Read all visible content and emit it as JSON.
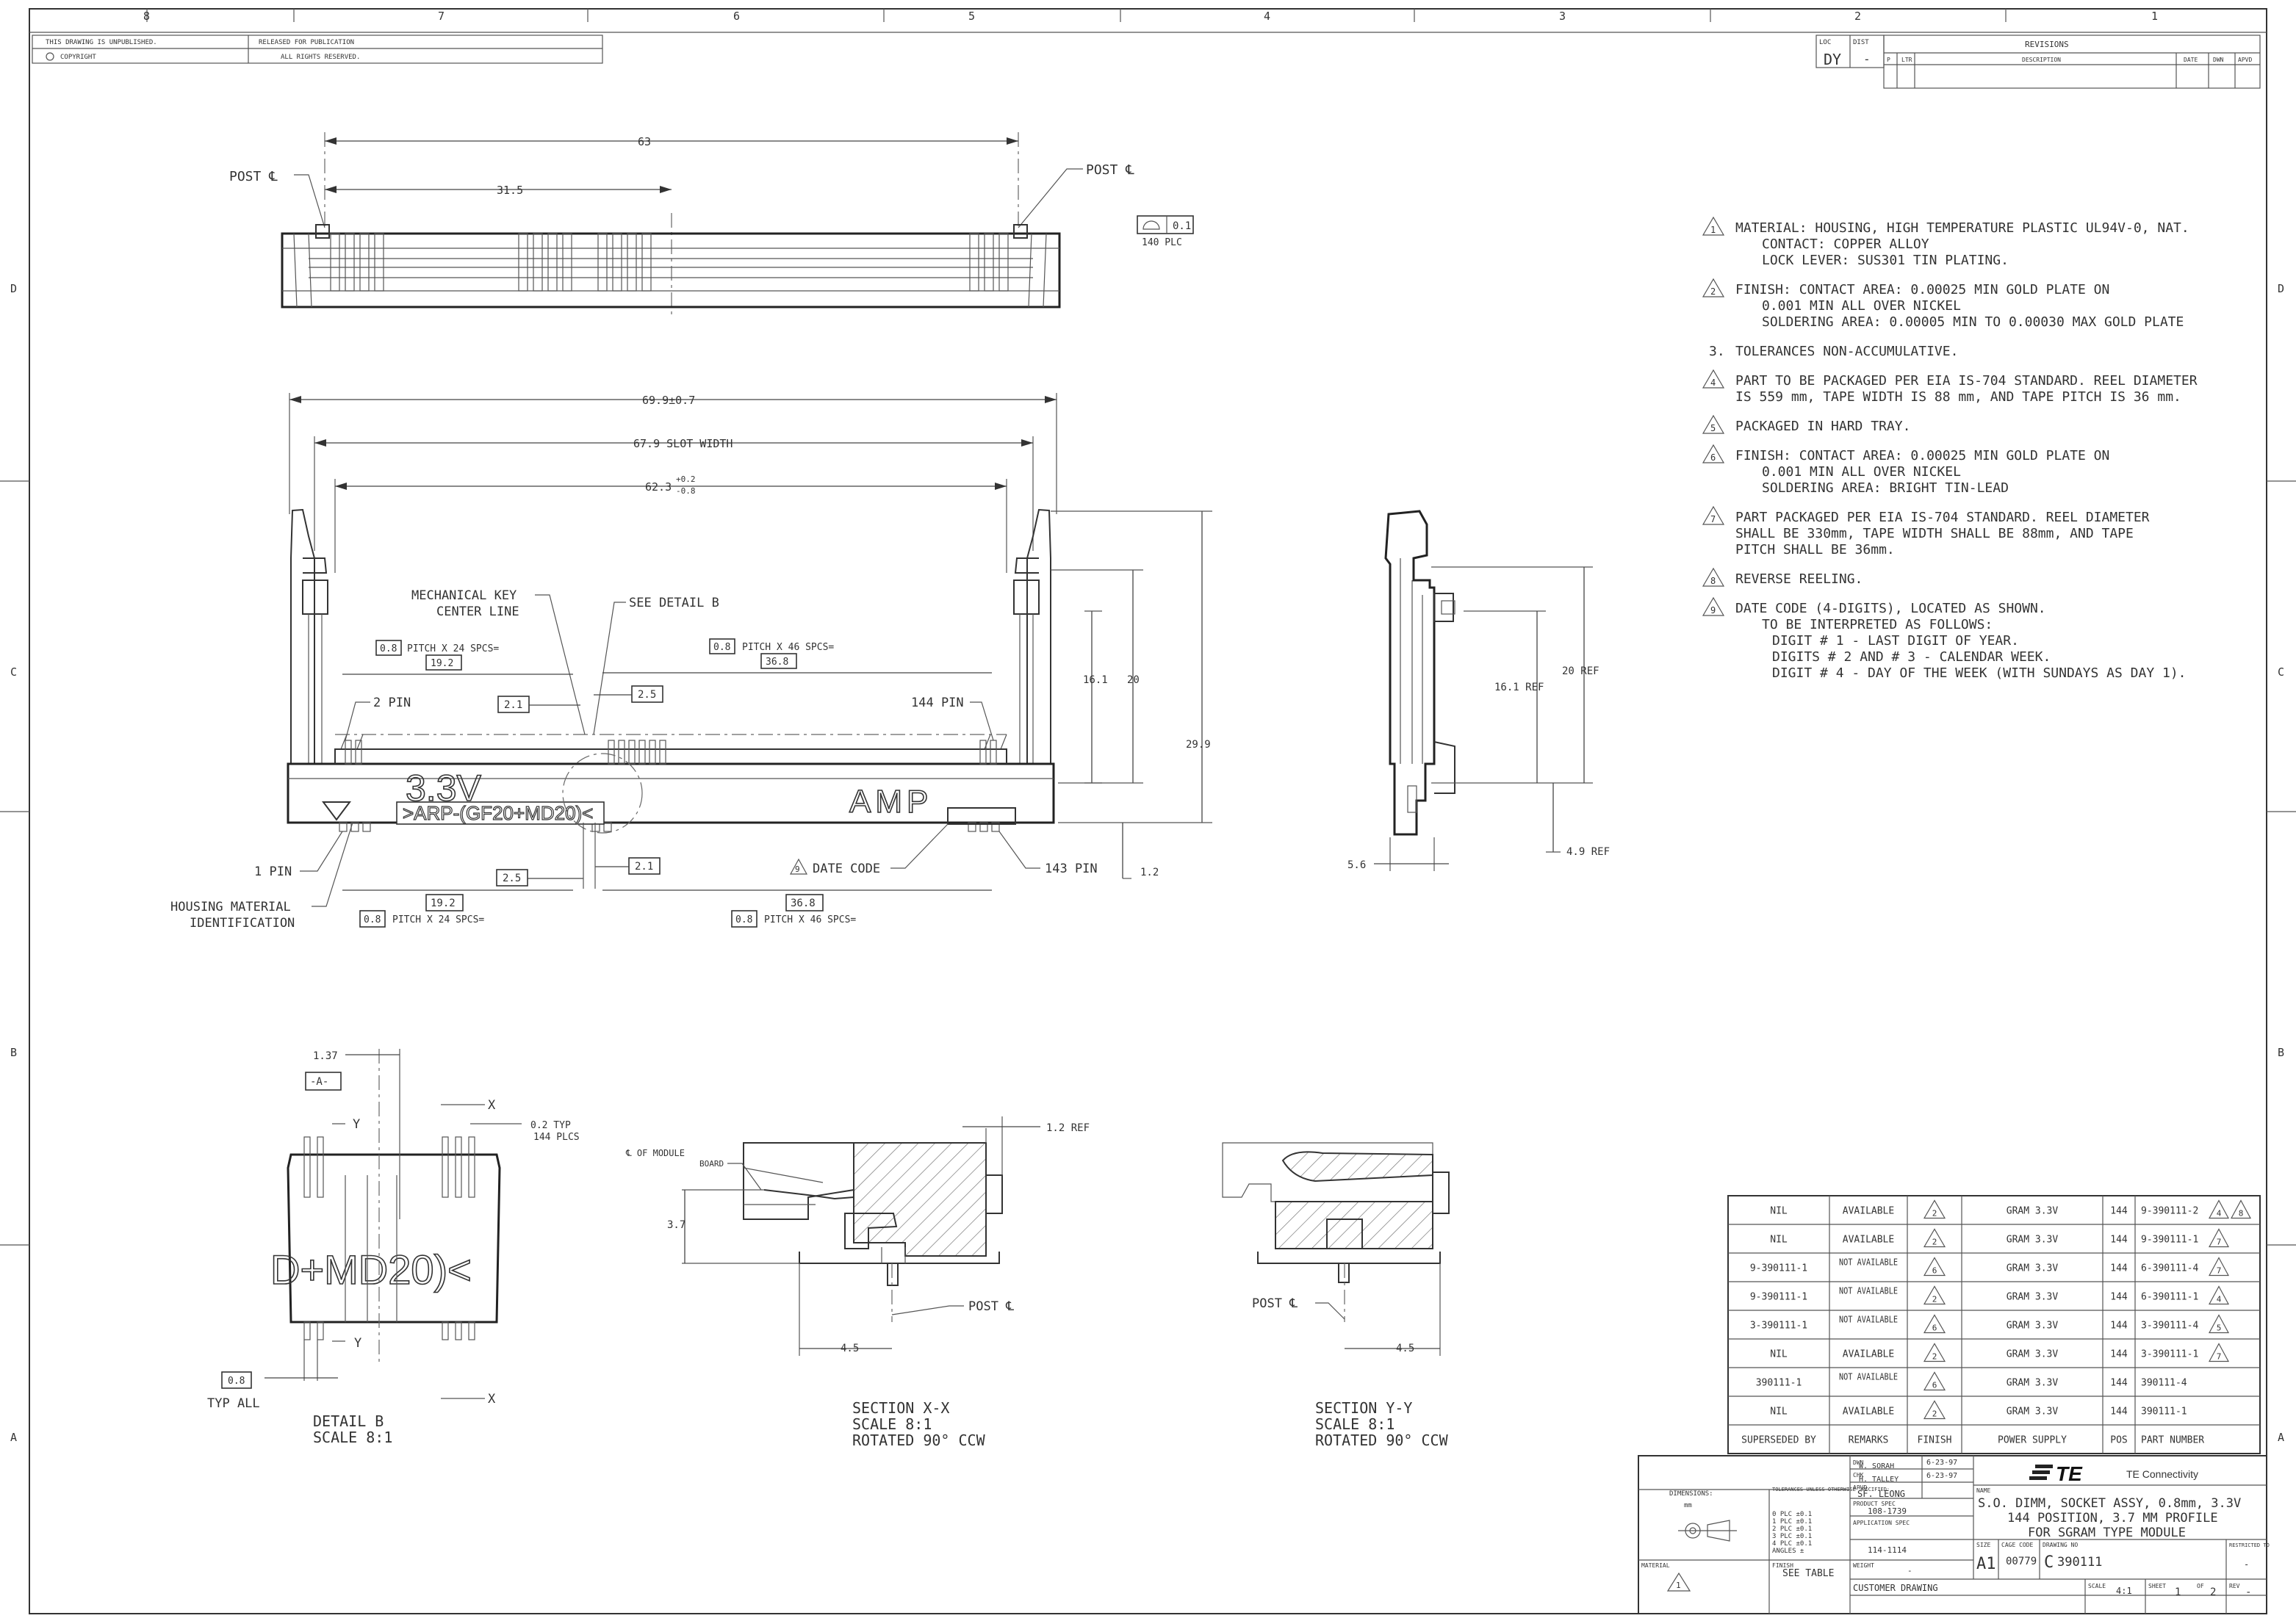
{
  "border": {
    "top_zones": [
      "8",
      "7",
      "6",
      "5",
      "4",
      "3",
      "2",
      "1"
    ],
    "side_zones": [
      "D",
      "C",
      "B",
      "A"
    ],
    "header_left": [
      "THIS DRAWING IS UNPUBLISHED.",
      "RELEASED FOR PUBLICATION",
      "COPYRIGHT",
      "ALL RIGHTS RESERVED."
    ]
  },
  "revisions": {
    "loc_label": "LOC",
    "loc_value": "DY",
    "dist_label": "DIST",
    "dist_value": "-",
    "title": "REVISIONS",
    "cols": [
      "P",
      "LTR",
      "DESCRIPTION",
      "DATE",
      "DWN",
      "APVD"
    ]
  },
  "top_view": {
    "dim_63": "63",
    "dim_31_5": "31.5",
    "post_left": "POST ℄",
    "post_right": "POST ℄",
    "tol_value": "0.1",
    "tol_note": "140 PLC"
  },
  "front_view": {
    "dim_overall": "69.9±0.7",
    "dim_slot": "67.9 SLOT WIDTH",
    "dim_62": "62.3",
    "dim_62_tol_plus": "+0.2",
    "dim_62_tol_minus": "-0.8",
    "mech_key_1": "MECHANICAL KEY",
    "mech_key_2": "CENTER LINE",
    "see_detail": "SEE DETAIL  B",
    "pitch_left_box": "0.8",
    "pitch_left_text": "PITCH X 24 SPCS=",
    "pitch_left_val": "19.2",
    "pitch_right_box": "0.8",
    "pitch_right_text": "PITCH X 46 SPCS=",
    "pitch_right_val": "36.8",
    "dim_2_1_top": "2.1",
    "dim_2_5_top": "2.5",
    "pin2": "2 PIN",
    "pin144": "144 PIN",
    "dim_16_1": "16.1",
    "dim_20": "20",
    "dim_29_9": "29.9",
    "mark_voltage": "3.3V",
    "mark_part": ">ARP-(GF20+MD20)<",
    "mark_brand": "AMP",
    "pin1": "1 PIN",
    "housing_1": "HOUSING MATERIAL",
    "housing_2": "IDENTIFICATION",
    "dim_2_5_bot": "2.5",
    "dim_2_1_bot": "2.1",
    "date_code_num": "9",
    "date_code": "DATE CODE",
    "pin143": "143 PIN",
    "dim_1_2": "1.2",
    "pitch_bl_val": "19.2",
    "pitch_bl_box": "0.8",
    "pitch_bl_text": "PITCH X 24 SPCS=",
    "pitch_br_val": "36.8",
    "pitch_br_box": "0.8",
    "pitch_br_text": "PITCH X 46 SPCS="
  },
  "side_view": {
    "dim_16_1": "16.1 REF",
    "dim_20": "20 REF",
    "dim_5_6": "5.6",
    "dim_4_9": "4.9 REF"
  },
  "notes": [
    {
      "num": "1",
      "flag": true,
      "lines": [
        "MATERIAL: HOUSING, HIGH TEMPERATURE PLASTIC UL94V-0, NAT.",
        "CONTACT: COPPER ALLOY",
        "LOCK LEVER: SUS301 TIN PLATING."
      ]
    },
    {
      "num": "2",
      "flag": true,
      "lines": [
        "FINISH: CONTACT AREA: 0.00025 MIN GOLD PLATE ON",
        "0.001 MIN ALL OVER NICKEL",
        "SOLDERING AREA: 0.00005 MIN TO 0.00030 MAX GOLD PLATE"
      ]
    },
    {
      "num": "3.",
      "flag": false,
      "lines": [
        "TOLERANCES NON-ACCUMULATIVE."
      ]
    },
    {
      "num": "4",
      "flag": true,
      "lines": [
        "PART TO BE PACKAGED PER EIA IS-704 STANDARD. REEL DIAMETER",
        "IS 559 mm, TAPE WIDTH IS 88 mm, AND TAPE PITCH IS 36 mm."
      ]
    },
    {
      "num": "5",
      "flag": true,
      "lines": [
        "PACKAGED IN HARD TRAY."
      ]
    },
    {
      "num": "6",
      "flag": true,
      "lines": [
        "FINISH: CONTACT AREA: 0.00025 MIN GOLD PLATE ON",
        "0.001 MIN ALL OVER NICKEL",
        "SOLDERING AREA: BRIGHT TIN-LEAD"
      ]
    },
    {
      "num": "7",
      "flag": true,
      "lines": [
        "PART PACKAGED PER EIA IS-704 STANDARD. REEL DIAMETER",
        "SHALL BE 330mm, TAPE WIDTH SHALL BE 88mm, AND TAPE",
        "PITCH SHALL BE 36mm."
      ]
    },
    {
      "num": "8",
      "flag": true,
      "lines": [
        "REVERSE REELING."
      ]
    },
    {
      "num": "9",
      "flag": true,
      "lines": [
        "DATE CODE (4-DIGITS), LOCATED AS SHOWN.",
        "TO BE INTERPRETED AS FOLLOWS:",
        "DIGIT # 1 - LAST DIGIT OF YEAR.",
        "DIGITS # 2 AND # 3 - CALENDAR WEEK.",
        "DIGIT # 4 - DAY OF THE WEEK (WITH SUNDAYS AS DAY 1)."
      ]
    }
  ],
  "detail_b": {
    "dim_1_37": "1.37",
    "datum_a": "-A-",
    "y_top": "Y",
    "x_top": "X",
    "typ_1": "0.2 TYP",
    "typ_2": "144 PLCS",
    "mark": "D+MD20)<",
    "y_bot": "Y",
    "x_bot": "X",
    "box_08": "0.8",
    "typ_all": "TYP ALL",
    "title": "DETAIL  B",
    "scale": "SCALE  8:1"
  },
  "section_xx": {
    "module_1": "℄ OF MODULE",
    "module_2": "BOARD",
    "dim_3_7": "3.7",
    "dim_1_2": "1.2 REF",
    "post": "POST ℄",
    "dim_4_5": "4.5",
    "title": "SECTION  X-X",
    "scale": "SCALE  8:1",
    "rot": "ROTATED 90° CCW"
  },
  "section_yy": {
    "post": "POST ℄",
    "dim_4_5": "4.5",
    "title": "SECTION  Y-Y",
    "scale": "SCALE  8:1",
    "rot": "ROTATED 90° CCW"
  },
  "parts_table": {
    "rows": [
      {
        "sup": "NIL",
        "rem": "AVAILABLE",
        "fin": "2",
        "pow": "GRAM 3.3V",
        "pos": "144",
        "part": "9-390111-2",
        "flags": [
          "4",
          "8"
        ]
      },
      {
        "sup": "NIL",
        "rem": "AVAILABLE",
        "fin": "2",
        "pow": "GRAM 3.3V",
        "pos": "144",
        "part": "9-390111-1",
        "flags": [
          "7"
        ]
      },
      {
        "sup": "9-390111-1",
        "rem": "NOT AVAILABLE",
        "fin": "6",
        "pow": "GRAM 3.3V",
        "pos": "144",
        "part": "6-390111-4",
        "flags": [
          "7"
        ]
      },
      {
        "sup": "9-390111-1",
        "rem": "NOT AVAILABLE",
        "fin": "2",
        "pow": "GRAM 3.3V",
        "pos": "144",
        "part": "6-390111-1",
        "flags": [
          "4"
        ]
      },
      {
        "sup": "3-390111-1",
        "rem": "NOT AVAILABLE",
        "fin": "6",
        "pow": "GRAM 3.3V",
        "pos": "144",
        "part": "3-390111-4",
        "flags": [
          "5"
        ]
      },
      {
        "sup": "NIL",
        "rem": "AVAILABLE",
        "fin": "2",
        "pow": "GRAM 3.3V",
        "pos": "144",
        "part": "3-390111-1",
        "flags": [
          "7"
        ]
      },
      {
        "sup": "390111-1",
        "rem": "NOT AVAILABLE",
        "fin": "6",
        "pow": "GRAM 3.3V",
        "pos": "144",
        "part": "390111-4",
        "flags": []
      },
      {
        "sup": "NIL",
        "rem": "AVAILABLE",
        "fin": "2",
        "pow": "GRAM 3.3V",
        "pos": "144",
        "part": "390111-1",
        "flags": []
      }
    ],
    "headers": [
      "SUPERSEDED BY",
      "REMARKS",
      "FINISH",
      "POWER SUPPLY",
      "POS",
      "PART NUMBER"
    ]
  },
  "title_block": {
    "dwn_label": "DWN",
    "dwn_name": "W. SORAH",
    "dwn_date": "6-23-97",
    "chk_label": "CHK",
    "chk_name": "H. TALLEY",
    "chk_date": "6-23-97",
    "apvd_label": "APVD",
    "apvd_name": "SF. LEONG",
    "product_spec_label": "PRODUCT SPEC",
    "product_spec": "108-1739",
    "application_spec_label": "APPLICATION SPEC",
    "application_spec": "114-1114",
    "weight_label": "WEIGHT",
    "weight": "-",
    "dimensions_label": "DIMENSIONS:",
    "dimensions_unit": "mm",
    "tolerances_label": "TOLERANCES UNLESS OTHERWISE SPECIFIED:",
    "tol_rows": [
      "0 PLC  ±0.1",
      "1 PLC  ±0.1",
      "2 PLC  ±0.1",
      "3 PLC  ±0.1",
      "4 PLC  ±0.1",
      "ANGLES  ±"
    ],
    "material_label": "MATERIAL",
    "material_flag": "1",
    "finish_label": "FINISH",
    "finish": "SEE TABLE",
    "logo": "TE",
    "company": "TE Connectivity",
    "name_label": "NAME",
    "name_lines": [
      "S.O. DIMM, SOCKET ASSY, 0.8mm, 3.3V",
      "144 POSITION, 3.7 MM PROFILE",
      "FOR SGRAM TYPE MODULE"
    ],
    "size_label": "SIZE",
    "size": "A1",
    "cage_label": "CAGE CODE",
    "cage": "00779",
    "dwg_label": "DRAWING NO",
    "dwg_prefix": "C",
    "dwg": "390111",
    "restricted_label": "RESTRICTED TO",
    "restricted": "-",
    "customer": "CUSTOMER DRAWING",
    "scale_label": "SCALE",
    "scale": "4:1",
    "sheet_label": "SHEET",
    "sheet": "1",
    "of_label": "OF",
    "of": "2",
    "rev_label": "REV",
    "rev": "-"
  }
}
